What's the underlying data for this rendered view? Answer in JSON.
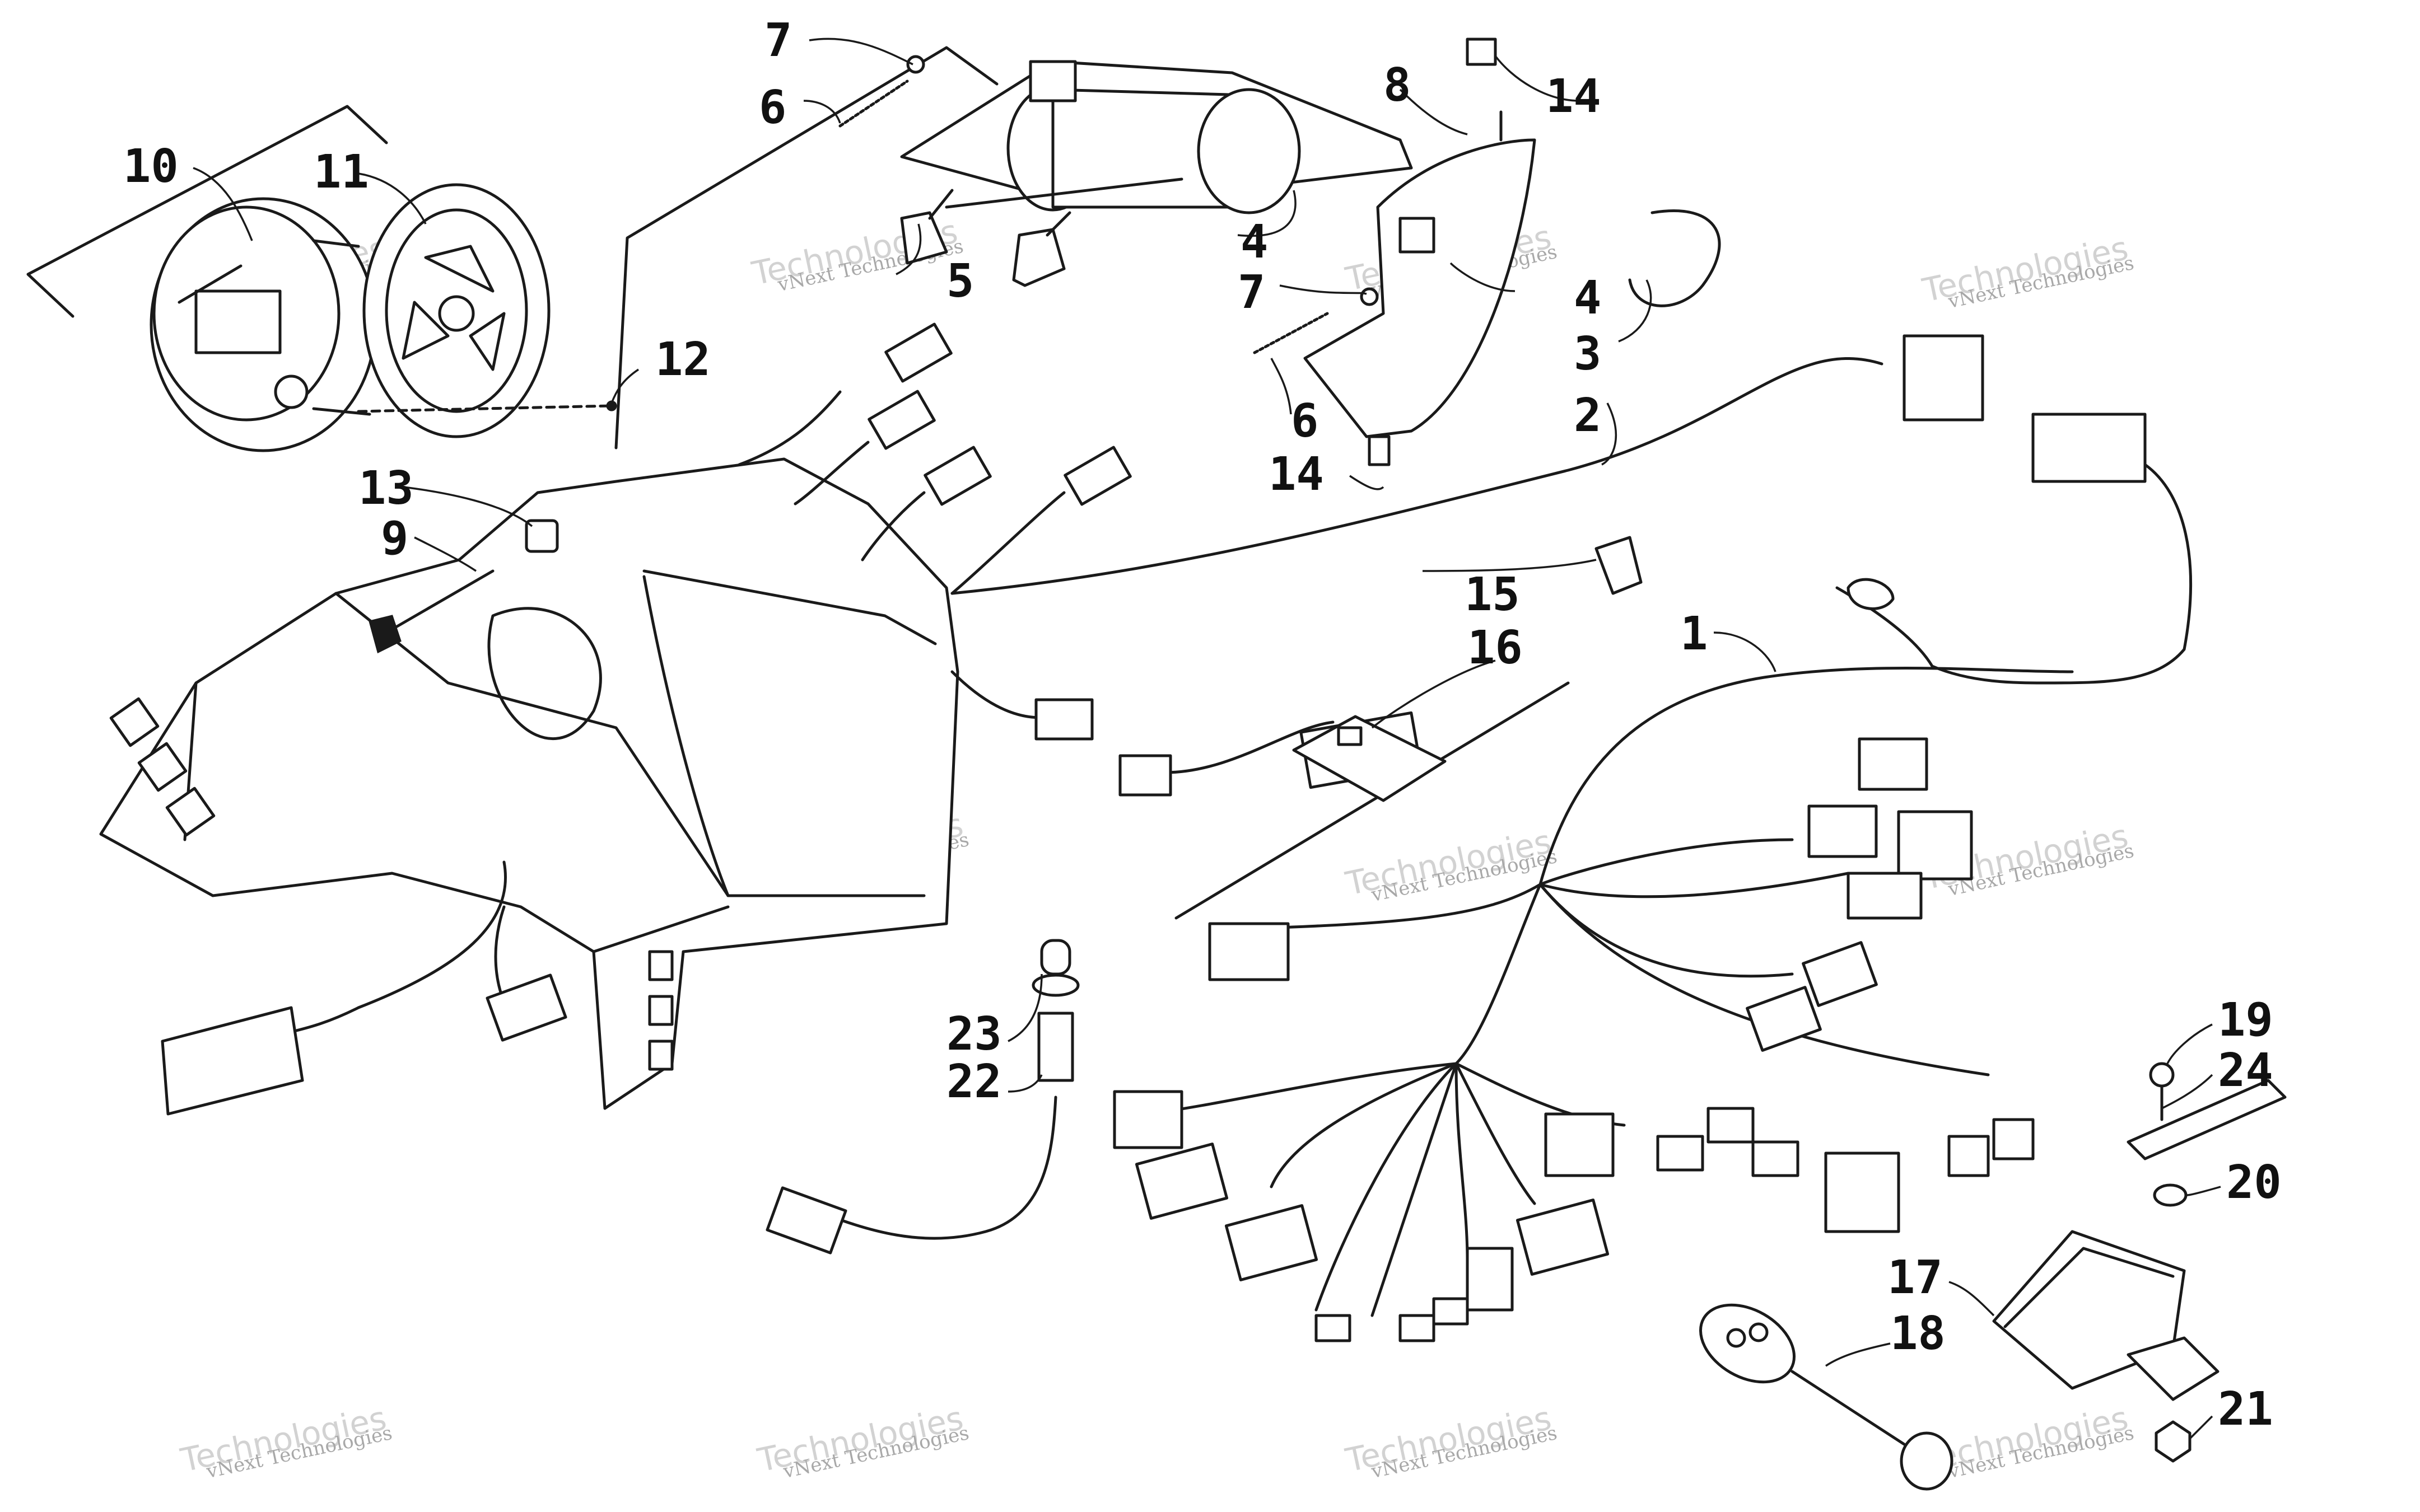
{
  "watermark": {
    "line1": "vNext Technologies",
    "line2": "Technologies"
  },
  "callouts": {
    "c1": "1",
    "c2": "2",
    "c3": "3",
    "c4a": "4",
    "c4b": "4",
    "c5": "5",
    "c6a": "6",
    "c6b": "6",
    "c7a": "7",
    "c7b": "7",
    "c8": "8",
    "c9": "9",
    "c10": "10",
    "c11": "11",
    "c12": "12",
    "c13": "13",
    "c14a": "14",
    "c14b": "14",
    "c15": "15",
    "c16": "16",
    "c17": "17",
    "c18": "18",
    "c19": "19",
    "c20": "20",
    "c21": "21",
    "c22": "22",
    "c23": "23",
    "c24": "24"
  },
  "colors": {
    "ink": "#1a1a1a",
    "background": "#ffffff",
    "watermark": "#a8a8a8"
  }
}
